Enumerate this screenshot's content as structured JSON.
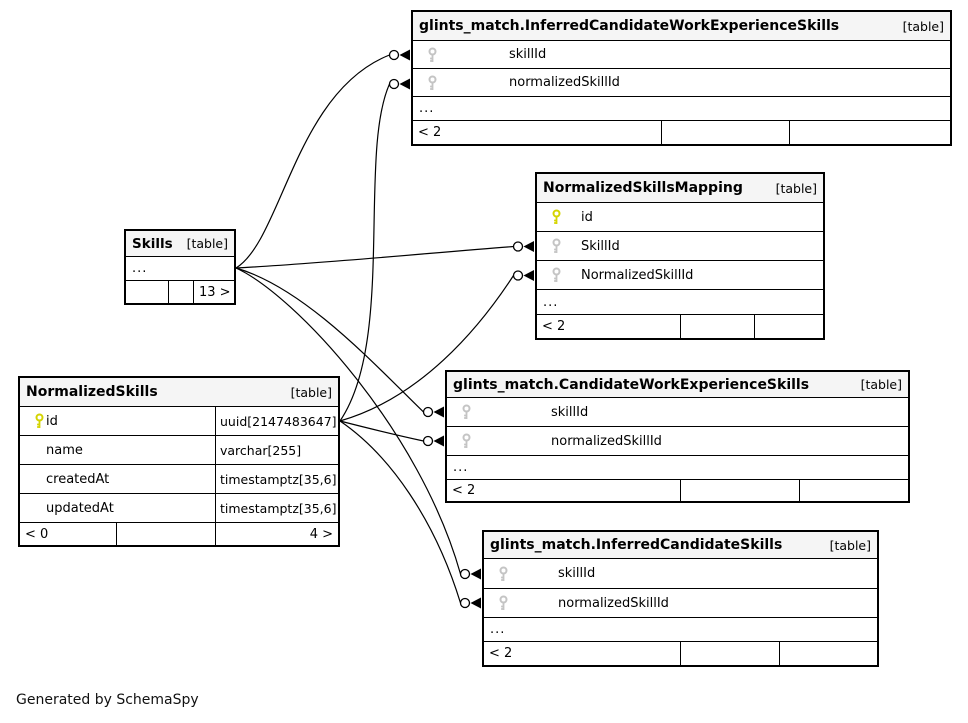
{
  "diagram": {
    "credit": "Generated by SchemaSpy",
    "colors": {
      "primary_key_icon": "#d4d400",
      "foreign_key_icon": "#c4c4c4",
      "header_bg": "#f5f5f5",
      "border": "#000000",
      "line": "#000000"
    }
  },
  "tables": [
    {
      "title": "glints_match.InferredCandidateWorkExperienceSkills",
      "tag": "[table]",
      "columns": [
        {
          "name": "skillId",
          "key": "fk-key-icon"
        },
        {
          "name": "normalizedSkillId",
          "key": "fk-key-icon"
        }
      ],
      "more": "...",
      "footer": [
        "< 2",
        "",
        ""
      ]
    },
    {
      "title": "NormalizedSkillsMapping",
      "tag": "[table]",
      "columns": [
        {
          "name": "id",
          "key": "pk-key-icon"
        },
        {
          "name": "SkillId",
          "key": "fk-key-icon"
        },
        {
          "name": "NormalizedSkillId",
          "key": "fk-key-icon"
        }
      ],
      "more": "...",
      "footer": [
        "< 2",
        "",
        ""
      ]
    },
    {
      "title": "Skills",
      "tag": "[table]",
      "columns": [],
      "more": "...",
      "footer": [
        "",
        "",
        "13 >"
      ]
    },
    {
      "title": "NormalizedSkills",
      "tag": "[table]",
      "columns": [
        {
          "name": "id",
          "key": "pk-key-icon",
          "type": "uuid[2147483647]"
        },
        {
          "name": "name",
          "key": "",
          "type": "varchar[255]"
        },
        {
          "name": "createdAt",
          "key": "",
          "type": "timestamptz[35,6]"
        },
        {
          "name": "updatedAt",
          "key": "",
          "type": "timestamptz[35,6]"
        }
      ],
      "footer": [
        "< 0",
        "",
        "4 >"
      ]
    },
    {
      "title": "glints_match.CandidateWorkExperienceSkills",
      "tag": "[table]",
      "columns": [
        {
          "name": "skillId",
          "key": "fk-key-icon"
        },
        {
          "name": "normalizedSkillId",
          "key": "fk-key-icon"
        }
      ],
      "more": "...",
      "footer": [
        "< 2",
        "",
        ""
      ]
    },
    {
      "title": "glints_match.InferredCandidateSkills",
      "tag": "[table]",
      "columns": [
        {
          "name": "skillId",
          "key": "fk-key-icon"
        },
        {
          "name": "normalizedSkillId",
          "key": "fk-key-icon"
        }
      ],
      "more": "...",
      "footer": [
        "< 2",
        "",
        ""
      ]
    }
  ],
  "relationships": [
    {
      "from": "Skills",
      "to": "glints_match.InferredCandidateWorkExperienceSkills.skillId"
    },
    {
      "from": "Skills",
      "to": "NormalizedSkillsMapping.SkillId"
    },
    {
      "from": "Skills",
      "to": "glints_match.CandidateWorkExperienceSkills.skillId"
    },
    {
      "from": "Skills",
      "to": "glints_match.InferredCandidateSkills.skillId"
    },
    {
      "from": "NormalizedSkills.id",
      "to": "glints_match.InferredCandidateWorkExperienceSkills.normalizedSkillId"
    },
    {
      "from": "NormalizedSkills.id",
      "to": "NormalizedSkillsMapping.NormalizedSkillId"
    },
    {
      "from": "NormalizedSkills.id",
      "to": "glints_match.CandidateWorkExperienceSkills.normalizedSkillId"
    },
    {
      "from": "NormalizedSkills.id",
      "to": "glints_match.InferredCandidateSkills.normalizedSkillId"
    }
  ]
}
